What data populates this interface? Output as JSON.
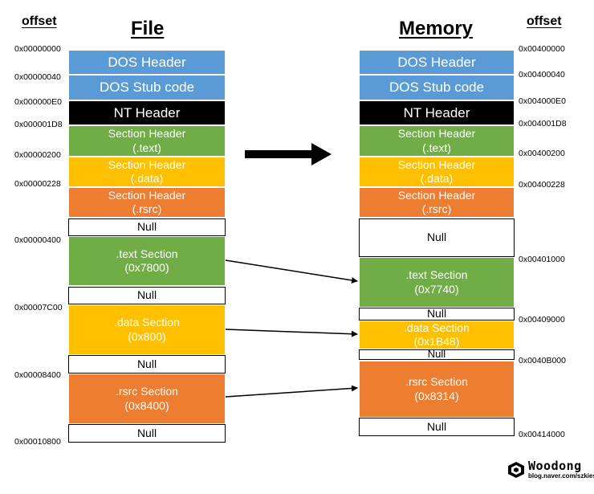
{
  "headers": {
    "offset_left": "offset",
    "offset_right": "offset",
    "file": "File",
    "memory": "Memory"
  },
  "file": {
    "offsets": [
      "0x00000000",
      "0x00000040",
      "0x000000E0",
      "0x000001D8",
      "0x00000200",
      "0x00000228",
      "0x00000400",
      "0x00007C00",
      "0x00008400",
      "0x00010800"
    ],
    "blocks": [
      {
        "label": "DOS Header",
        "color": "blue"
      },
      {
        "label": "DOS Stub code",
        "color": "blue"
      },
      {
        "label": "NT Header",
        "color": "black"
      },
      {
        "label": "Section Header\n(.text)",
        "color": "green"
      },
      {
        "label": "Section Header\n(.data)",
        "color": "yellow"
      },
      {
        "label": "Section Header\n(.rsrc)",
        "color": "orange"
      },
      {
        "label": "Null",
        "color": "white"
      },
      {
        "label": ".text Section\n(0x7800)",
        "color": "green"
      },
      {
        "label": "Null",
        "color": "white"
      },
      {
        "label": ".data Section\n(0x800)",
        "color": "yellow"
      },
      {
        "label": "Null",
        "color": "white"
      },
      {
        "label": ".rsrc Section\n(0x8400)",
        "color": "orange"
      },
      {
        "label": "Null",
        "color": "white"
      }
    ]
  },
  "memory": {
    "offsets": [
      "0x00400000",
      "0x00400040",
      "0x004000E0",
      "0x004001D8",
      "0x00400200",
      "0x00400228",
      "0x00401000",
      "0x00409000",
      "0x0040B000",
      "0x00414000"
    ],
    "blocks": [
      {
        "label": "DOS Header",
        "color": "blue"
      },
      {
        "label": "DOS Stub code",
        "color": "blue"
      },
      {
        "label": "NT Header",
        "color": "black"
      },
      {
        "label": "Section Header\n(.text)",
        "color": "green"
      },
      {
        "label": "Section Header\n(.data)",
        "color": "yellow"
      },
      {
        "label": "Section Header\n(.rsrc)",
        "color": "orange"
      },
      {
        "label": "Null",
        "color": "white"
      },
      {
        "label": ".text Section\n(0x7740)",
        "color": "green"
      },
      {
        "label": "Null",
        "color": "white"
      },
      {
        "label": ".data Section\n(0x1B48)",
        "color": "yellow"
      },
      {
        "label": "Null",
        "color": "white"
      },
      {
        "label": ".rsrc Section\n(0x8314)",
        "color": "orange"
      },
      {
        "label": "Null",
        "color": "white"
      }
    ]
  },
  "colors": {
    "blue": "#5b9bd5",
    "black": "#000000",
    "green": "#70ad47",
    "yellow": "#ffc000",
    "orange": "#ed7d31",
    "white": "#ffffff"
  },
  "logo": {
    "name": "Woodong",
    "url": "blog.naver.com/szkiess"
  }
}
